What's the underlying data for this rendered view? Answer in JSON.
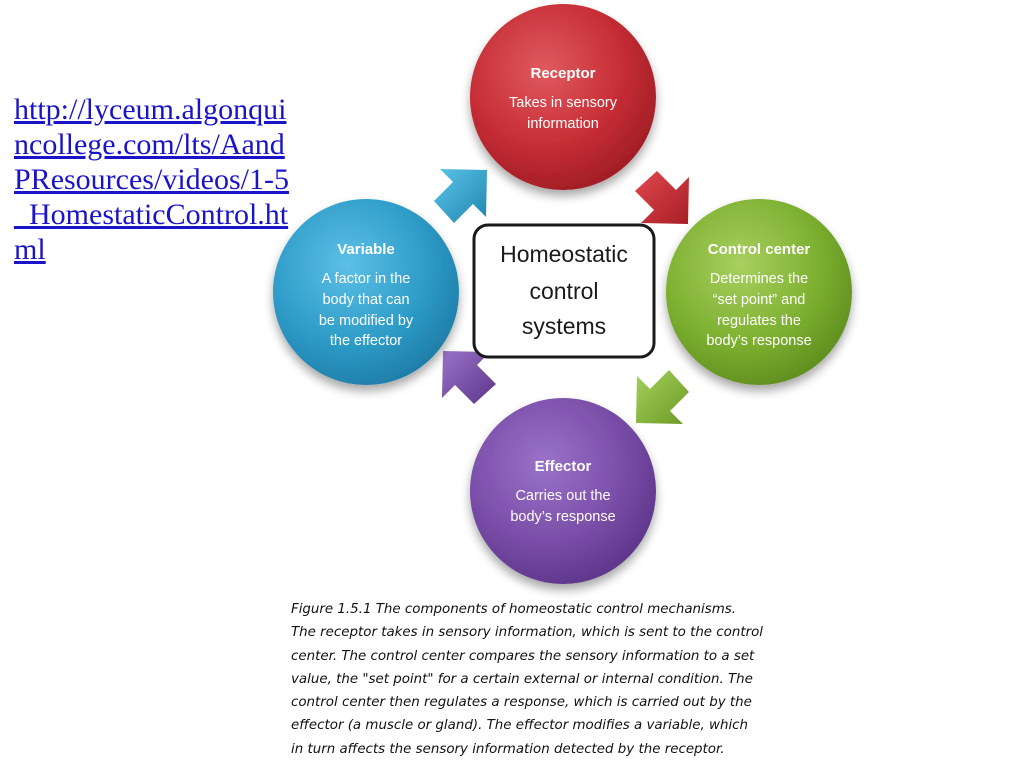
{
  "link": {
    "text": "http://lyceum.algonquincollege.com/lts/AandPResources/videos/1-5_HomestaticControl.html"
  },
  "diagram": {
    "center": {
      "lines": [
        "Homeostatic",
        "control",
        "systems"
      ]
    },
    "nodes": {
      "receptor": {
        "title": "Receptor",
        "lines": [
          "Takes in sensory",
          "information"
        ],
        "color": "#c8323a"
      },
      "control_center": {
        "title": "Control center",
        "lines": [
          "Determines the",
          "“set point” and",
          "regulates the",
          "body’s response"
        ],
        "color": "#7fb032"
      },
      "effector": {
        "title": "Effector",
        "lines": [
          "Carries out the",
          "body’s response"
        ],
        "color": "#7a4ea8"
      },
      "variable": {
        "title": "Variable",
        "lines": [
          "A factor in the",
          "body that can",
          "be modified by",
          "the effector"
        ],
        "color": "#2e9cc8"
      }
    },
    "arrow_colors": {
      "variable_to_receptor": "#2e9cc8",
      "receptor_to_control": "#c8323a",
      "control_to_effector": "#7fb032",
      "effector_to_variable": "#7a4ea8"
    }
  },
  "caption": {
    "lines": [
      "Figure 1.5.1 The components of homeostatic control mechanisms.",
      "The receptor takes in sensory information, which is sent to the control",
      "center. The control center compares the sensory information to a set",
      "value, the \"set point\" for a certain external or internal condition. The",
      "control center then regulates a response, which is carried out by the",
      "effector (a muscle or gland). The effector modifies a variable, which",
      "in turn affects the sensory information detected by the receptor."
    ]
  }
}
